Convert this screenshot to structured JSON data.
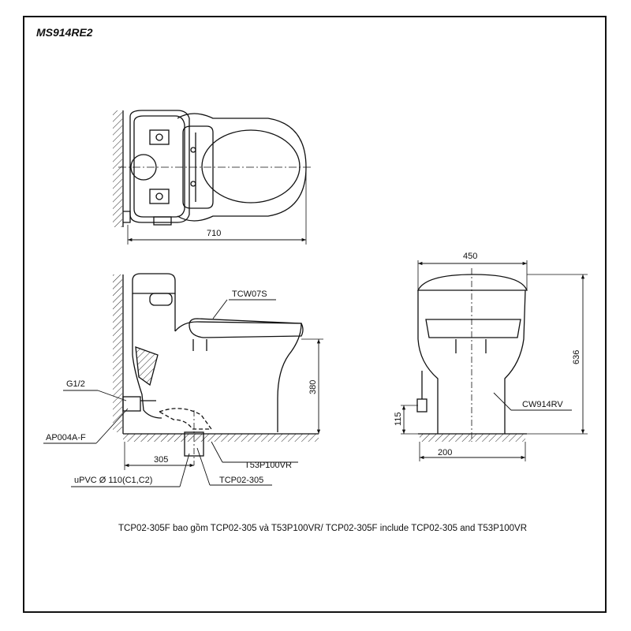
{
  "title": "MS914RE2",
  "top_view": {
    "width_label": "710"
  },
  "side_view": {
    "seat_label": "TCW07S",
    "supply_label": "G1/2",
    "valve_label": "AP004A-F",
    "height_label": "380",
    "rough_in_label": "305",
    "flange_label": "T53P100VR",
    "pipe_label": "uPVC Ø 110(C1,C2)",
    "adapter_label": "TCP02-305"
  },
  "front_view": {
    "width_label": "450",
    "height_label": "636",
    "supply_height_label": "115",
    "base_label": "200",
    "model_label": "CW914RV"
  },
  "footnote": "TCP02-305F bao gồm TCP02-305 và T53P100VR/ TCP02-305F include TCP02-305 and T53P100VR"
}
